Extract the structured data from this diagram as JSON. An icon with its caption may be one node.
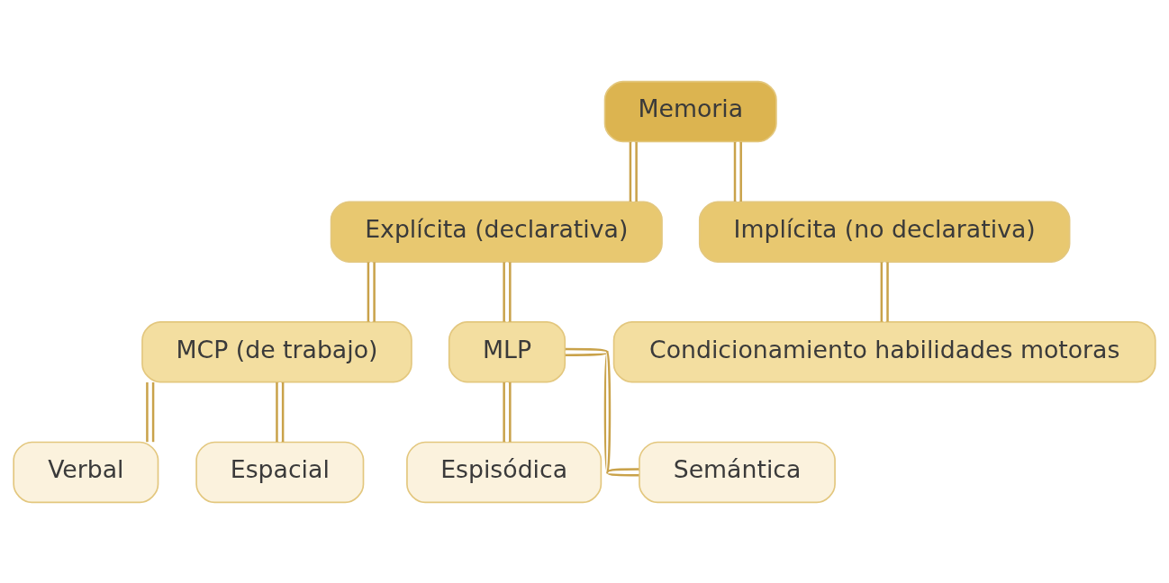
{
  "diagram": {
    "nodes": [
      {
        "text": [
          "Memoria"
        ]
      },
      {
        "text": [
          "Explícita (declarativa)"
        ]
      },
      {
        "text": [
          "Implícita (no declarativa)"
        ]
      },
      {
        "text": [
          "Condicionamiento habilidades motoras"
        ]
      },
      {
        "text": [
          "MCP (de trabajo)"
        ]
      },
      {
        "text": [
          "MLP"
        ]
      },
      {
        "text": [
          "Verbal"
        ]
      },
      {
        "text": [
          "Espacial"
        ]
      },
      {
        "text": [
          "Espisódica"
        ]
      },
      {
        "text": [
          "Semántica"
        ]
      }
    ],
    "edges": [
      {
        "from": 0,
        "to": 1,
        "arrow": "none"
      },
      {
        "from": 0,
        "to": 2,
        "arrow": "none"
      },
      {
        "from": 2,
        "to": 3,
        "arrow": "none"
      },
      {
        "from": 1,
        "to": 4,
        "arrow": "none"
      },
      {
        "from": 1,
        "to": 5,
        "arrow": "none"
      },
      {
        "from": 4,
        "to": 6,
        "arrow": "none"
      },
      {
        "from": 4,
        "to": 7,
        "arrow": "none"
      },
      {
        "from": 5,
        "to": 8,
        "arrow": "none"
      },
      {
        "from": 5,
        "to": 9,
        "arrow": "none"
      }
    ]
  }
}
